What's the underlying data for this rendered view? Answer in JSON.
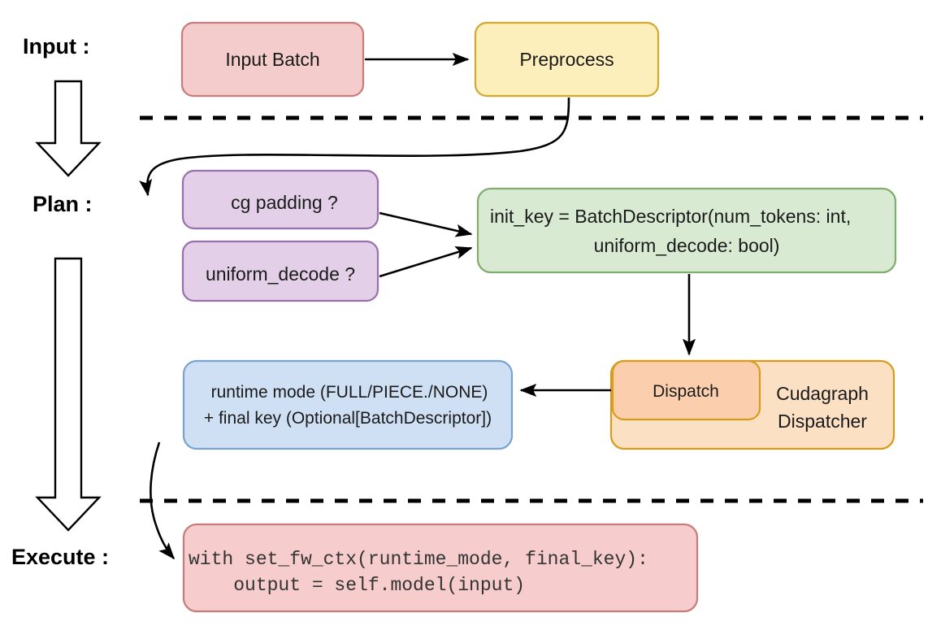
{
  "diagram": {
    "title": "vLLM cudagraph dispatch pipeline",
    "stages": [
      {
        "id": "input",
        "label": "Input :"
      },
      {
        "id": "plan",
        "label": "Plan :"
      },
      {
        "id": "execute",
        "label": "Execute :"
      }
    ],
    "nodes": {
      "input_batch": {
        "label": "Input Batch",
        "fill": "#f4cccc",
        "stroke": "#cc7a7a"
      },
      "preprocess": {
        "label": "Preprocess",
        "fill": "#fdefbb",
        "stroke": "#d4a82a"
      },
      "cg_padding": {
        "label": "cg padding ?",
        "fill": "#e3d0e8",
        "stroke": "#9a6fae"
      },
      "uniform_decode": {
        "label": "uniform_decode ?",
        "fill": "#e3d0e8",
        "stroke": "#9a6fae"
      },
      "init_key": {
        "line1": "init_key = BatchDescriptor(num_tokens: int,",
        "line2": "uniform_decode: bool)",
        "fill": "#d9ead3",
        "stroke": "#7fad6b"
      },
      "cudagraph_dispatcher": {
        "line1": "Cudagraph",
        "line2": "Dispatcher",
        "fill": "#fce0c4",
        "stroke": "#d89b1c"
      },
      "dispatch": {
        "label": "Dispatch",
        "fill": "#fbcfae",
        "stroke": "#d89b1c"
      },
      "runtime_mode": {
        "line1": "runtime mode (FULL/PIECE./NONE)",
        "line2": "+ final key (Optional[BatchDescriptor])",
        "fill": "#cfe0f5",
        "stroke": "#7aa3d4"
      },
      "execute_code": {
        "line1": "with set_fw_ctx(runtime_mode, final_key):",
        "line2": "    output = self.model(input)",
        "fill": "#f6cccc",
        "stroke": "#c77b7b"
      }
    },
    "icons": {
      "stage_flow_arrow_1": "down-block-arrow-icon",
      "stage_flow_arrow_2": "down-block-arrow-icon",
      "divider_top": "dashed-divider",
      "divider_bottom": "dashed-divider"
    },
    "edges": [
      {
        "id": "input-to-preprocess",
        "from": "input_batch",
        "to": "preprocess"
      },
      {
        "id": "preprocess-to-cg-padding",
        "from": "preprocess",
        "to": "cg_padding"
      },
      {
        "id": "cg-padding-to-init-key",
        "from": "cg_padding",
        "to": "init_key"
      },
      {
        "id": "uniform-decode-to-init-key",
        "from": "uniform_decode",
        "to": "init_key"
      },
      {
        "id": "init-key-to-dispatch",
        "from": "init_key",
        "to": "dispatch"
      },
      {
        "id": "dispatch-to-runtime-mode",
        "from": "dispatch",
        "to": "runtime_mode"
      },
      {
        "id": "runtime-mode-to-execute",
        "from": "runtime_mode",
        "to": "execute_code"
      }
    ]
  }
}
